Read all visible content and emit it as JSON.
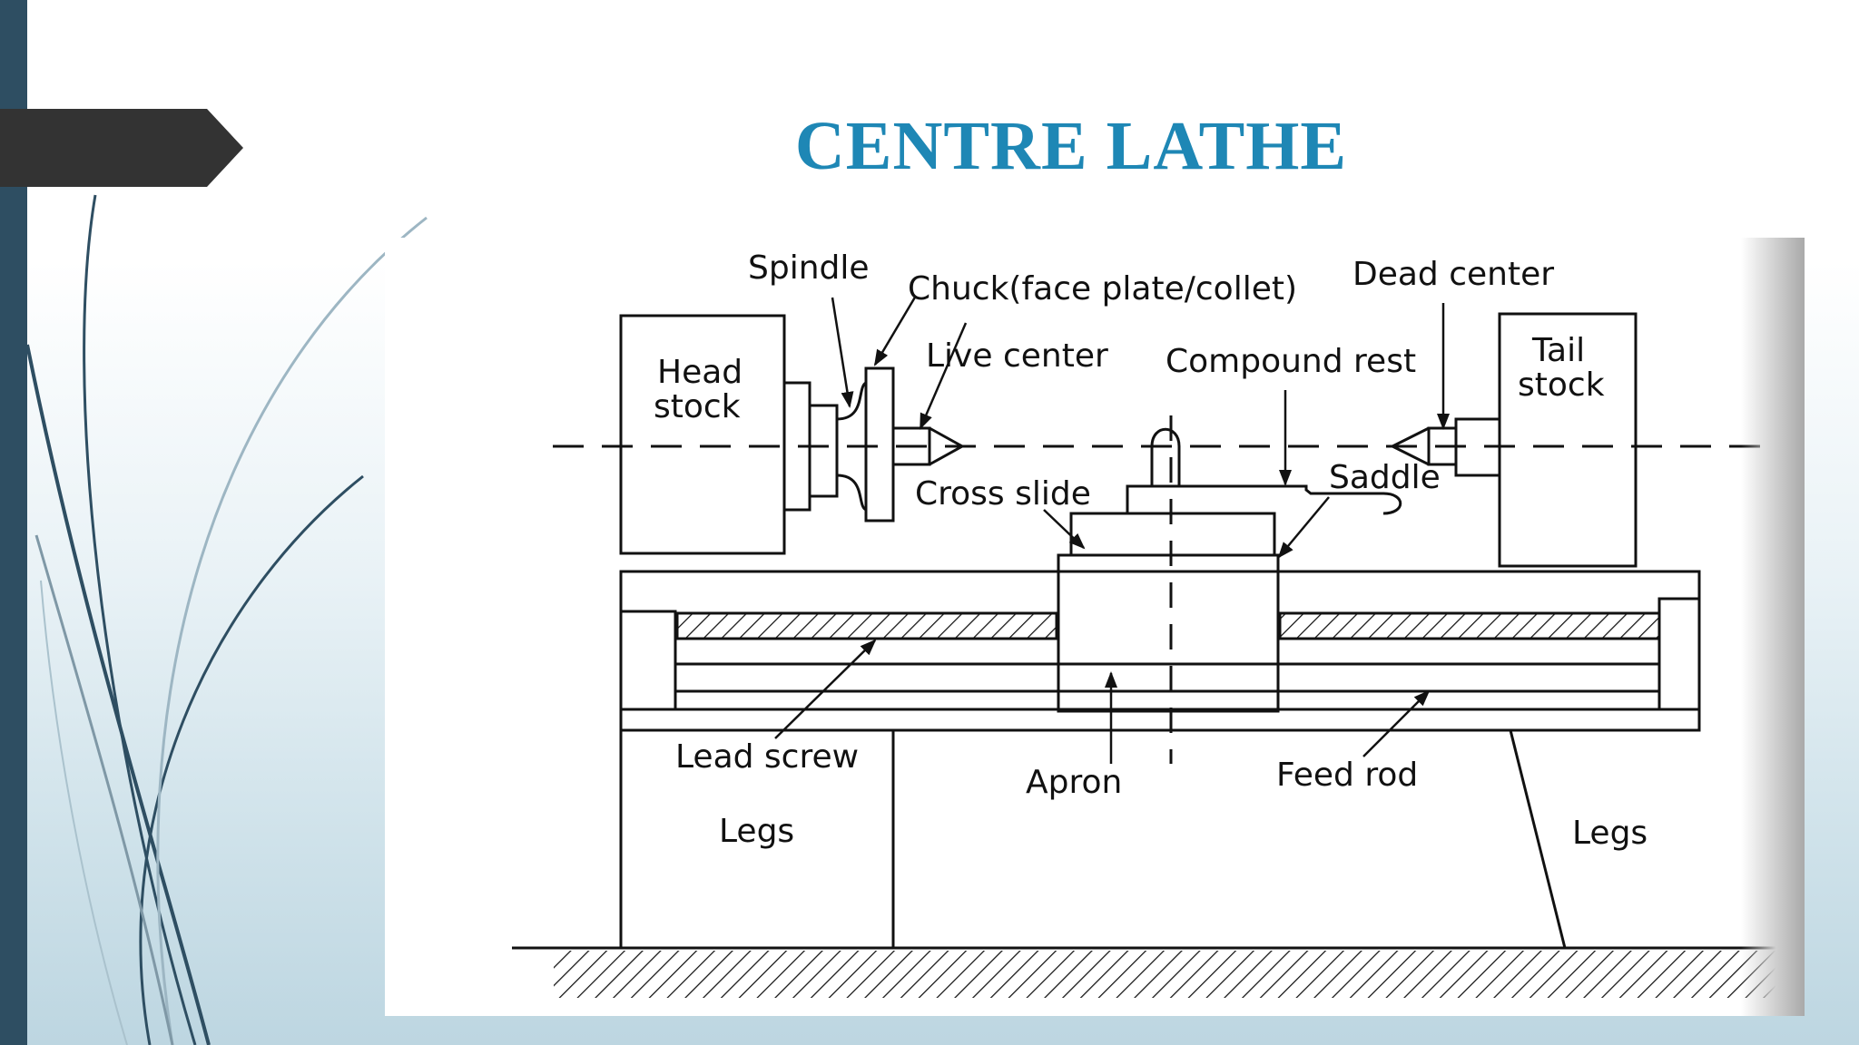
{
  "slide": {
    "title": "CENTRE LATHE",
    "colors": {
      "title": "#1e87b5",
      "left_bar": "#2e4e62",
      "title_arrow": "#333333"
    }
  },
  "diagram": {
    "labels": {
      "spindle": "Spindle",
      "chuck": "Chuck(face plate/collet)",
      "dead_center": "Dead center",
      "head_stock_1": "Head",
      "head_stock_2": "stock",
      "live_center": "Live center",
      "compound_rest": "Compound rest",
      "tail_stock_1": "Tail",
      "tail_stock_2": "stock",
      "cross_slide": "Cross slide",
      "saddle": "Saddle",
      "lead_screw": "Lead screw",
      "apron": "Apron",
      "feed_rod": "Feed rod",
      "legs_left": "Legs",
      "legs_right": "Legs"
    }
  }
}
